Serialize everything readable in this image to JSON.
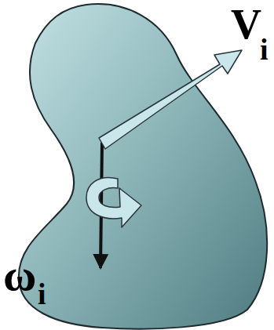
{
  "diagram": {
    "labels": [
      "V",
      "i",
      "ω",
      "i"
    ]
  }
}
